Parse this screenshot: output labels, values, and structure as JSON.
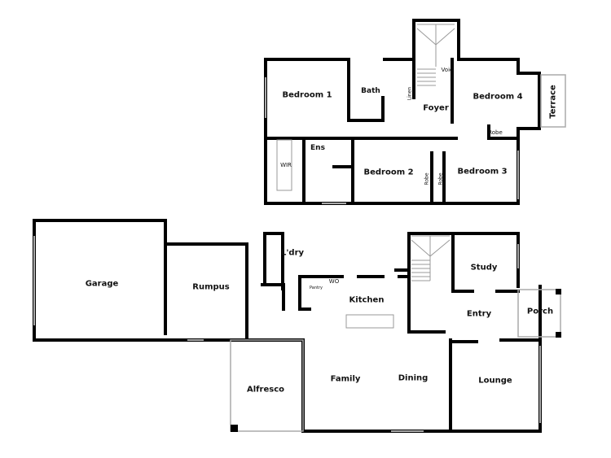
{
  "plan": {
    "upper_floor": {
      "rooms": [
        {
          "id": "bedroom1",
          "label": "Bedroom 1"
        },
        {
          "id": "bath",
          "label": "Bath"
        },
        {
          "id": "linen",
          "label": "Linen"
        },
        {
          "id": "void",
          "label": "Void"
        },
        {
          "id": "foyer",
          "label": "Foyer"
        },
        {
          "id": "bedroom4",
          "label": "Bedroom 4"
        },
        {
          "id": "terrace",
          "label": "Terrace"
        },
        {
          "id": "robe_b4",
          "label": "Robe"
        },
        {
          "id": "wir",
          "label": "WIR"
        },
        {
          "id": "ens",
          "label": "Ens"
        },
        {
          "id": "bedroom2",
          "label": "Bedroom 2"
        },
        {
          "id": "robe_b2",
          "label": "Robe"
        },
        {
          "id": "robe_b3",
          "label": "Robe"
        },
        {
          "id": "bedroom3",
          "label": "Bedroom 3"
        }
      ]
    },
    "ground_floor": {
      "rooms": [
        {
          "id": "garage",
          "label": "Garage"
        },
        {
          "id": "rumpus",
          "label": "Rumpus"
        },
        {
          "id": "ldry",
          "label": "L'dry"
        },
        {
          "id": "wo",
          "label": "WO"
        },
        {
          "id": "pantry",
          "label": "Pantry"
        },
        {
          "id": "kitchen",
          "label": "Kitchen"
        },
        {
          "id": "study",
          "label": "Study"
        },
        {
          "id": "entry",
          "label": "Entry"
        },
        {
          "id": "porch",
          "label": "Porch"
        },
        {
          "id": "alfresco",
          "label": "Alfresco"
        },
        {
          "id": "family",
          "label": "Family"
        },
        {
          "id": "dining",
          "label": "Dining"
        },
        {
          "id": "lounge",
          "label": "Lounge"
        }
      ]
    },
    "colors": {
      "wall": "#000000",
      "window": "#bbbbbb",
      "fixture": "#888888",
      "background": "#ffffff"
    }
  }
}
